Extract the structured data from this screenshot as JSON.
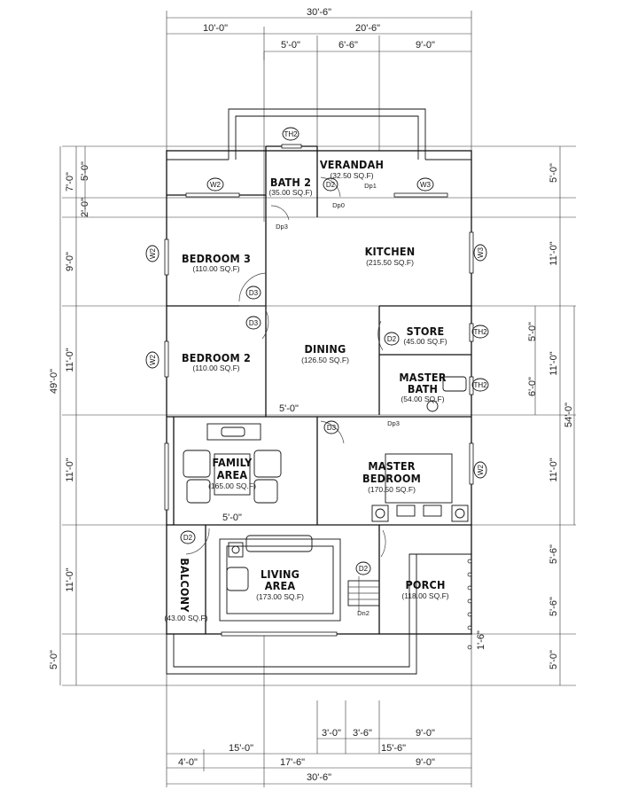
{
  "dims_top": {
    "overall": "30'-6\"",
    "left": "10'-0\"",
    "right": "20'-6\"",
    "sub": [
      "5'-0\"",
      "6'-6\"",
      "9'-0\""
    ]
  },
  "dims_bottom": {
    "row1": [
      "3'-0\"",
      "3'-6\"",
      "9'-0\""
    ],
    "row2": [
      "15'-0\"",
      "15'-6\""
    ],
    "row3": [
      "4'-0\"",
      "17'-6\"",
      "9'-0\""
    ],
    "overall": "30'-6\""
  },
  "dims_left": {
    "outer": "49'-0\"",
    "parts": [
      "7'-0\"",
      "5'-0\"",
      "2'-0\"",
      "9'-0\"",
      "11'-0\"",
      "11'-0\"",
      "11'-0\"",
      "5'-0\""
    ]
  },
  "dims_right": {
    "outer_a": "11'-0\"",
    "outer_b": "54'-0\"",
    "parts": [
      "5'-0\"",
      "11'-0\"",
      "5'-0\"",
      "6'-0\"",
      "11'-0\"",
      "5'-6\"",
      "5'-6\"",
      "1'-6\"",
      "5'-0\""
    ]
  },
  "rooms": {
    "bath2": {
      "name": "BATH 2",
      "area": "(35.00 SQ.F)"
    },
    "verandah": {
      "name": "VERANDAH",
      "area": "(32.50 SQ.F)"
    },
    "bedroom3": {
      "name": "BEDROOM 3",
      "area": "(110.00 SQ.F)"
    },
    "kitchen": {
      "name": "KITCHEN",
      "area": "(215.50 SQ.F)"
    },
    "store": {
      "name": "STORE",
      "area": "(45.00 SQ.F)"
    },
    "dining": {
      "name": "DINING",
      "area": "(126.50 SQ.F)"
    },
    "bedroom2": {
      "name": "BEDROOM 2",
      "area": "(110.00 SQ.F)"
    },
    "masterbath": {
      "name1": "MASTER",
      "name2": "BATH",
      "area": "(54.00 SQ.F)"
    },
    "family": {
      "name1": "FAMILY",
      "name2": "AREA",
      "area": "(165.00 SQ.F)"
    },
    "masterbed": {
      "name1": "MASTER",
      "name2": "BEDROOM",
      "area": "(170.50 SQ.F)"
    },
    "balcony": {
      "name": "BALCONY",
      "area": "(43.00 SQ.F)"
    },
    "living": {
      "name1": "LIVING",
      "name2": "AREA",
      "area": "(173.00 SQ.F)"
    },
    "porch": {
      "name": "PORCH",
      "area": "(118.00 SQ.F)"
    }
  },
  "inner_dim": "5'-0\"",
  "inner_dim2": "5'-0\"",
  "tags": {
    "th2": "TH2",
    "w2": "W2",
    "w3": "W3",
    "d2": "D2",
    "d3": "D3",
    "dp3": "Dp3",
    "dp0": "Dp0",
    "dp1": "Dp1",
    "dn2": "Dn2"
  }
}
